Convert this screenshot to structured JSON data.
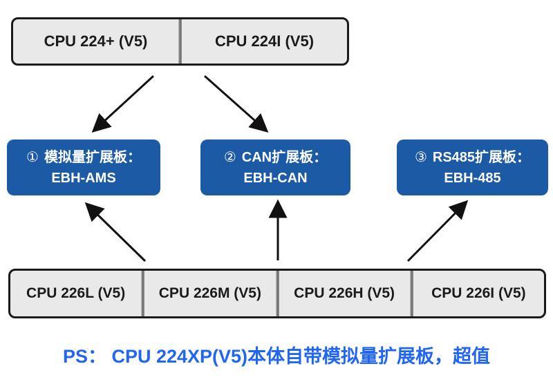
{
  "colors": {
    "board_blue": "#1c5aa6",
    "group_fill": "#e9e9e9",
    "group_border": "#1a1a1a",
    "divider_gray": "#6b6b6b",
    "arrow_black": "#111111",
    "footnote_blue": "#2166f2",
    "text_dark": "#1a1a1a",
    "text_white": "#ffffff"
  },
  "top_group": {
    "cells": [
      {
        "label": "CPU 224+ (V5)"
      },
      {
        "label": "CPU 224I (V5)"
      }
    ]
  },
  "boards": [
    {
      "number": "①",
      "title": "模拟量扩展板：",
      "model": "EBH-AMS"
    },
    {
      "number": "②",
      "title": "CAN扩展板：",
      "model": "EBH-CAN"
    },
    {
      "number": "③",
      "title": "RS485扩展板：",
      "model": "EBH-485"
    }
  ],
  "bottom_group": {
    "cells": [
      {
        "label": "CPU 226L (V5)"
      },
      {
        "label": "CPU 226M (V5)"
      },
      {
        "label": "CPU 226H (V5)"
      },
      {
        "label": "CPU 226I (V5)"
      }
    ]
  },
  "footnote": "PS： CPU 224XP(V5)本体自带模拟量扩展板，超值"
}
